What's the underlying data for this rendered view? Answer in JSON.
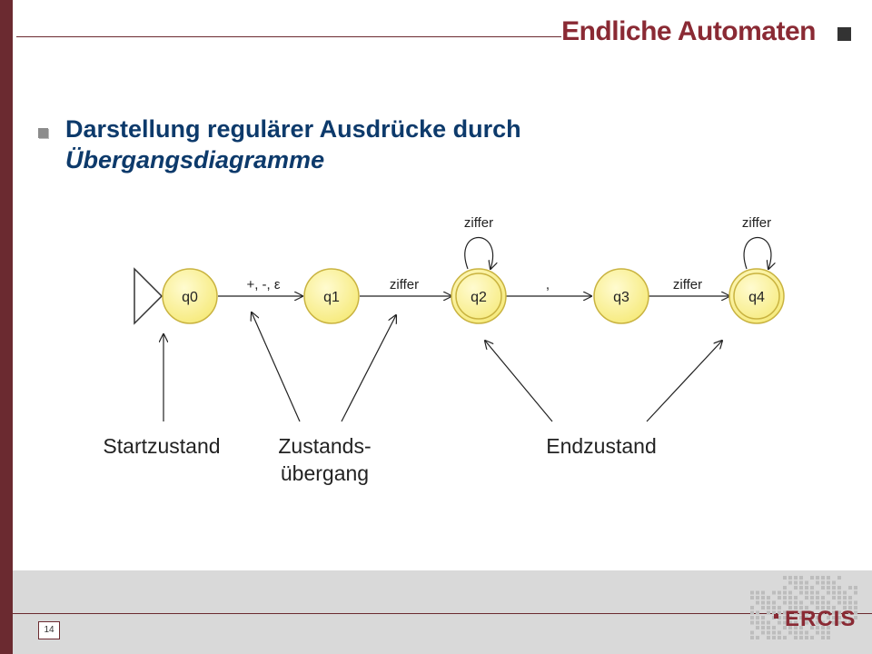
{
  "slide": {
    "title": "Endliche Automaten",
    "heading_line1": "Darstellung regulärer Ausdrücke durch",
    "heading_line2": "Übergangsdiagramme",
    "page_number": "14",
    "logo_text": "ERCIS"
  },
  "diagram": {
    "states": [
      "q0",
      "q1",
      "q2",
      "q3",
      "q4"
    ],
    "final_states": [
      "q2",
      "q4"
    ],
    "start_state": "q0",
    "transitions": [
      {
        "from": "q0",
        "to": "q1",
        "label": "+, -, ε"
      },
      {
        "from": "q1",
        "to": "q2",
        "label": "ziffer"
      },
      {
        "from": "q2",
        "to": "q3",
        "label": ","
      },
      {
        "from": "q3",
        "to": "q4",
        "label": "ziffer"
      },
      {
        "from": "q2",
        "to": "q2",
        "label": "ziffer"
      },
      {
        "from": "q4",
        "to": "q4",
        "label": "ziffer"
      }
    ],
    "annotations": {
      "start": "Startzustand",
      "transition_line1": "Zustands-",
      "transition_line2": "übergang",
      "final": "Endzustand"
    },
    "colors": {
      "state_fill": "#fbf39a",
      "state_stroke": "#c9b340",
      "accent": "#8a2a34"
    }
  }
}
